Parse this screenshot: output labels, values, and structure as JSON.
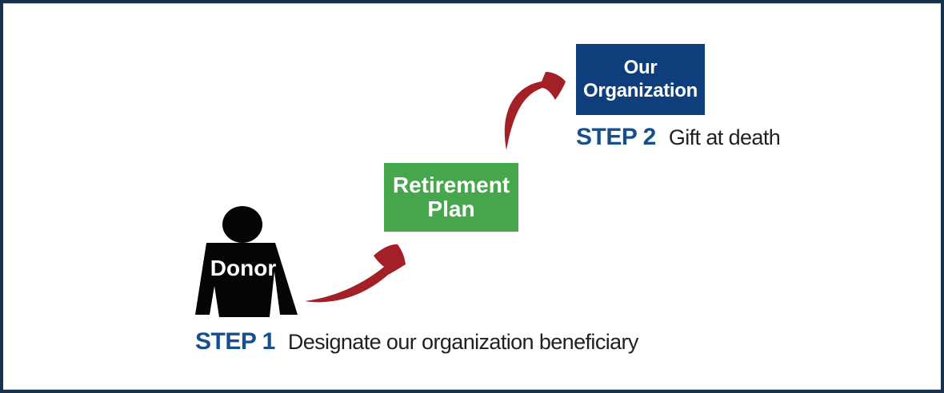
{
  "canvas": {
    "background": "#FFFFFF",
    "border_color": "#17324E"
  },
  "diagram": {
    "donor": {
      "label": "Donor"
    },
    "retirement_box": {
      "label_line1": "Retirement",
      "label_line2": "Plan",
      "color": "#46A64B"
    },
    "organization_box": {
      "label_line1": "Our",
      "label_line2": "Organization",
      "color": "#0F3E7C"
    },
    "step1": {
      "label": "STEP 1",
      "description": "Designate our organization beneficiary"
    },
    "step2": {
      "label": "STEP 2",
      "description": "Gift at death"
    },
    "colors": {
      "arrow": "#A32026",
      "silhouette": "#050505",
      "step_label": "#14508F",
      "body_text": "#231F20",
      "box_text": "#FFFFFF"
    }
  }
}
